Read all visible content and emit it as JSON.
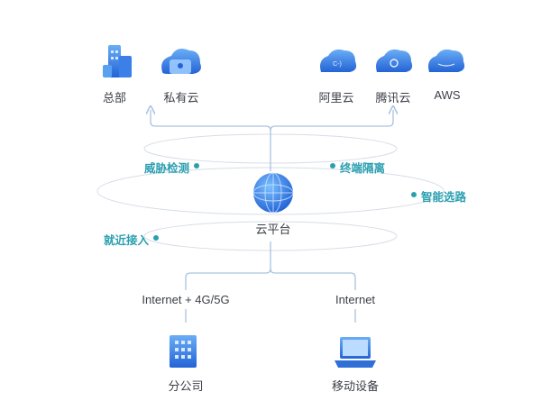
{
  "top_nodes": {
    "headquarters": "总部",
    "private_cloud": "私有云",
    "aliyun": "阿里云",
    "tencent_cloud": "腾讯云",
    "aws": "AWS"
  },
  "center": {
    "label": "云平台"
  },
  "features": {
    "threat_detection": "威胁检测",
    "terminal_isolation": "终端隔离",
    "smart_routing": "智能选路",
    "nearby_access": "就近接入"
  },
  "links": {
    "left": "Internet + 4G/5G",
    "right": "Internet"
  },
  "bottom_nodes": {
    "branch": "分公司",
    "mobile": "移动设备"
  },
  "colors": {
    "primary": "#2f7de1",
    "line": "#a9c3df",
    "feature": "#2a9fb0",
    "orbit": "#d7dde6"
  }
}
